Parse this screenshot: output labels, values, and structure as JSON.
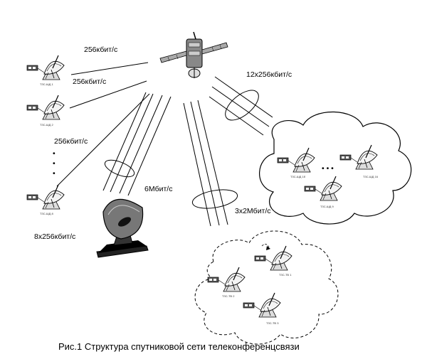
{
  "labels": {
    "link_top_1": "256кбит/с",
    "link_top_2": "256кбит/с",
    "link_mid": "256кбит/с",
    "link_sat_group": "12x256кбит/с",
    "hub_rate": "6Мбит/с",
    "hub_group": "8x256кбит/с",
    "group_link": "3x2Мбит/с"
  },
  "stations": {
    "s1": "ТЗС-ШД 1",
    "s2": "ТЗС-ШД 2",
    "s3": "ТЗС-ШД 8",
    "c1a": "ТЗС-ШД 1б",
    "c1b": "ТЗС-ШД 16",
    "c1c": "ТЗС-ШД 9",
    "c2a": "ТЗС-ТВ 1",
    "c2b": "ТЗС-ТВ 2",
    "c2c": "ТЗС-ТВ 3"
  },
  "dots": {
    "vertical": "•",
    "horizontal": "• • •"
  },
  "caption": "Рис.1 Структура спутниковой сети телеконференцсвязи"
}
